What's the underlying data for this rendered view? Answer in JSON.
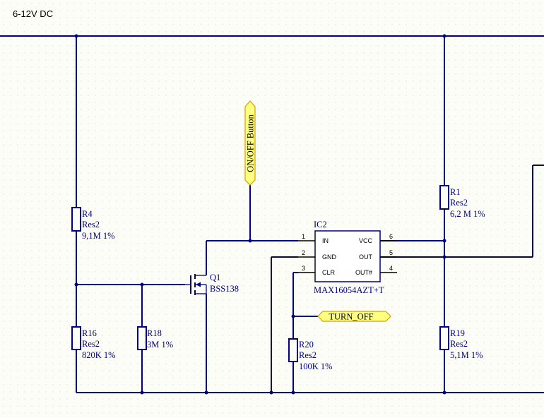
{
  "power_label": "6-12V DC",
  "colors": {
    "wire": "#000080",
    "net_label_fill": "#ffff80",
    "net_label_stroke": "#d4a000",
    "ic_fill": "#ffffff"
  },
  "net_labels": {
    "onoff": "ON/OFF Button",
    "turnoff": "TURN_OFF"
  },
  "resistors": {
    "r4": {
      "ref": "R4",
      "type": "Res2",
      "value": "9,1M 1%"
    },
    "r16": {
      "ref": "R16",
      "type": "Res2",
      "value": "820K 1%"
    },
    "r18": {
      "ref": "R18",
      "value": "3M 1%"
    },
    "r20": {
      "ref": "R20",
      "type": "Res2",
      "value": "100K 1%"
    },
    "r1": {
      "ref": "R1",
      "type": "Res2",
      "value": "6,2 M 1%"
    },
    "r19": {
      "ref": "R19",
      "type": "Res2",
      "value": "5,1M 1%"
    }
  },
  "transistor": {
    "ref": "Q1",
    "part": "BSS138"
  },
  "ic": {
    "ref": "IC2",
    "part": "MAX16054AZT+T",
    "pins_left": [
      {
        "num": "1",
        "name": "IN"
      },
      {
        "num": "2",
        "name": "GND"
      },
      {
        "num": "3",
        "name": "CLR"
      }
    ],
    "pins_right": [
      {
        "num": "6",
        "name": "VCC"
      },
      {
        "num": "5",
        "name": "OUT"
      },
      {
        "num": "4",
        "name": "OUT#"
      }
    ]
  }
}
